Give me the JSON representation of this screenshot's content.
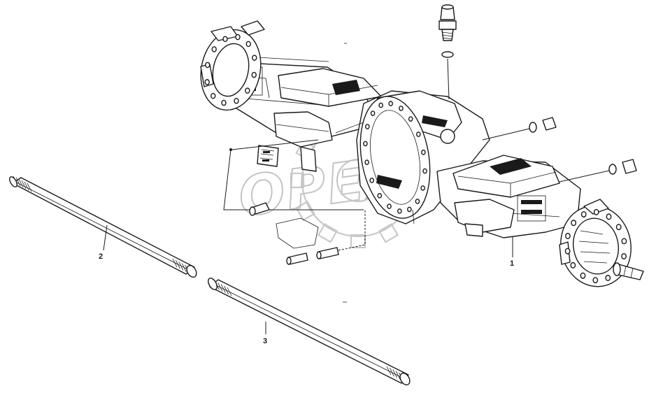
{
  "diagram": {
    "callouts": [
      {
        "id": "1",
        "label": "1"
      },
      {
        "id": "2",
        "label": "2"
      },
      {
        "id": "3",
        "label": "3"
      }
    ],
    "watermark_text": "OPEX"
  }
}
